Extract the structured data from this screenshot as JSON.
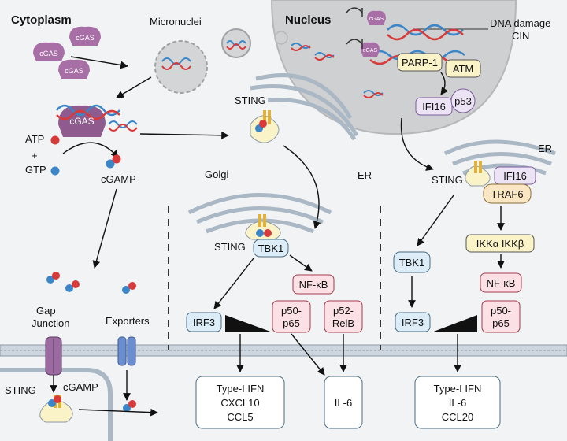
{
  "labels": {
    "cytoplasm": "Cytoplasm",
    "micronuclei": "Micronuclei",
    "nucleus": "Nucleus",
    "dna_damage": "DNA damage",
    "cin": "CIN",
    "parp1": "PARP-1",
    "atm": "ATM",
    "ifi16": "IFI16",
    "p53": "p53",
    "cgas": "cGAS",
    "atp": "ATP",
    "plus": "+",
    "gtp": "GTP",
    "cgamp": "cGAMP",
    "sting": "STING",
    "golgi": "Golgi",
    "er": "ER",
    "tbk1": "TBK1",
    "traf6": "TRAF6",
    "ikk": "IKKα IKKβ",
    "nfkb": "NF-κB",
    "irf3": "IRF3",
    "p50_p65": "p50-\np65",
    "p52_relb": "p52-\nRelB",
    "gap_junction": "Gap\nJunction",
    "exporters": "Exporters",
    "out_left": "Type-I IFN\nCXCL10\nCCL5",
    "out_mid": "IL-6",
    "out_right": "Type-I IFN\nIL-6\nCCL20"
  },
  "colors": {
    "background": "#f2f3f4",
    "nucleus": "#cfd0d2",
    "cgas": "#a86ea6",
    "atp_dot": "#d83a3a",
    "gtp_dot": "#3a86c8",
    "blue_box": "#dcedf8",
    "pink_box": "#fbe1e5",
    "yellow_box": "#fbf3c8",
    "purple_box": "#ece4f5",
    "membrane": "#aab7c4"
  }
}
